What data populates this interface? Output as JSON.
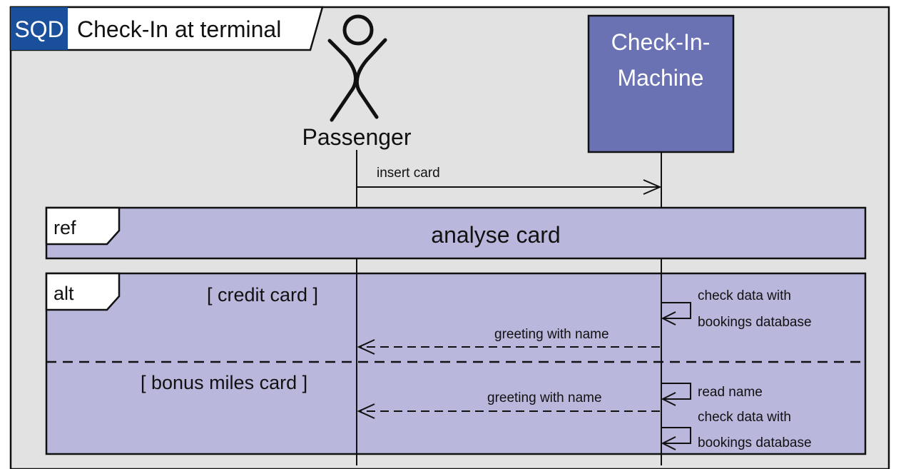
{
  "diagram": {
    "frame_kind": "SQD",
    "frame_title": "Check-In at terminal",
    "actor_name": "Passenger",
    "machine_name_line1": "Check-In-",
    "machine_name_line2": "Machine",
    "ref_tag": "ref",
    "ref_label": "analyse card",
    "alt_tag": "alt",
    "msg_insert": "insert card",
    "guard1": "[ credit card ]",
    "guard2": "[ bonus miles card ]",
    "self1_line1": "check data with",
    "self1_line2": "bookings database",
    "greeting1": "greeting with name",
    "self2": "read name",
    "greeting2": "greeting with name",
    "self3_line1": "check data with",
    "self3_line2": "bookings database"
  },
  "colors": {
    "frame_background": "#e2e2e2",
    "fragment_fill": "#b9b7dc",
    "machine_box_fill": "#6a72b4",
    "machine_text": "#ffffff",
    "sqd_tag_fill": "#1a4f9c"
  }
}
